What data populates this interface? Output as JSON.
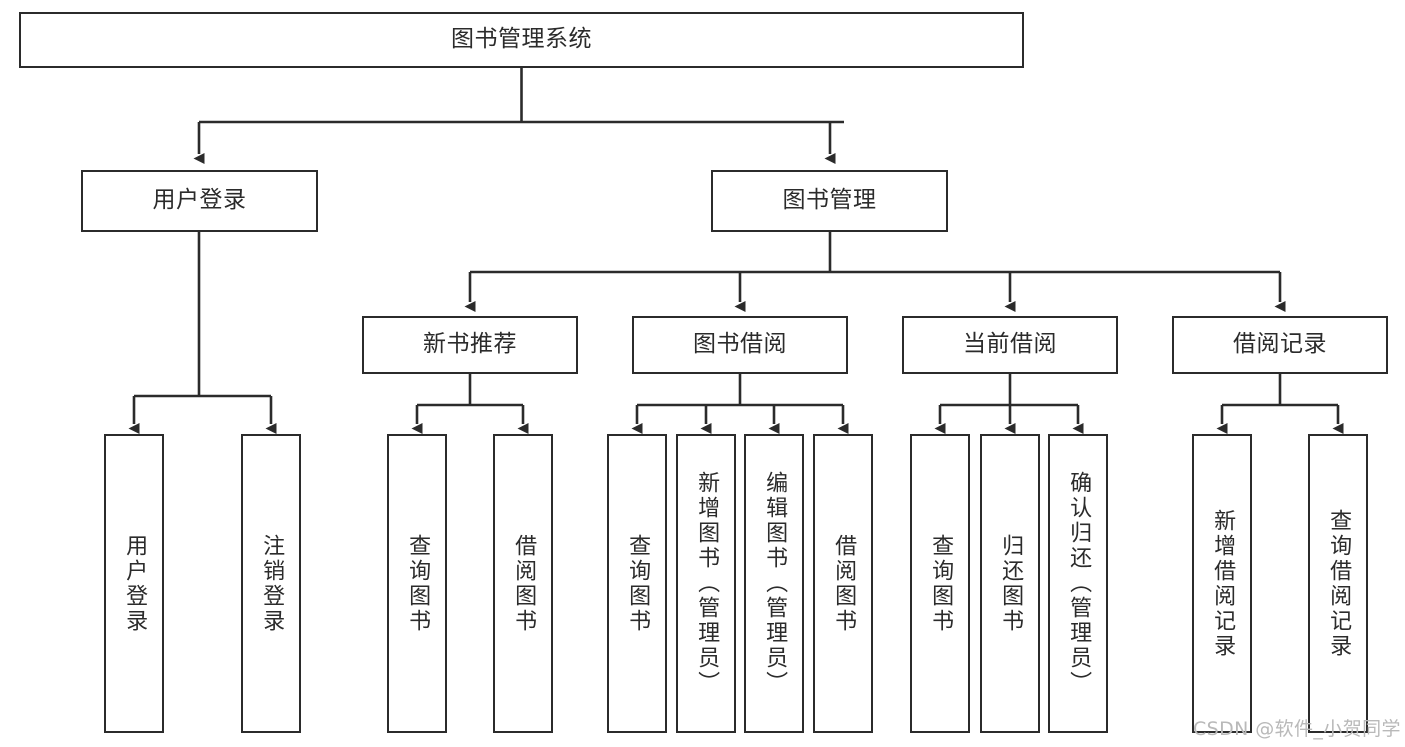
{
  "diagram": {
    "title": "图书管理系统",
    "type": "tree-hierarchy-chart",
    "stroke_color": "#2b2b2b",
    "fill_color": "#ffffff",
    "nodes": {
      "root": {
        "label": "图书管理系统"
      },
      "level2": [
        {
          "label": "用户登录"
        },
        {
          "label": "图书管理"
        }
      ],
      "level3": [
        {
          "label": "新书推荐"
        },
        {
          "label": "图书借阅"
        },
        {
          "label": "当前借阅"
        },
        {
          "label": "借阅记录"
        }
      ],
      "leaves": {
        "user_login": [
          {
            "label": "用户登录"
          },
          {
            "label": "注销登录"
          }
        ],
        "new_book_recommend": [
          {
            "label": "查询图书"
          },
          {
            "label": "借阅图书"
          }
        ],
        "book_borrow": [
          {
            "label": "查询图书"
          },
          {
            "label": "新增图书（管理员）"
          },
          {
            "label": "编辑图书（管理员）"
          },
          {
            "label": "借阅图书"
          }
        ],
        "current_borrow": [
          {
            "label": "查询图书"
          },
          {
            "label": "归还图书"
          },
          {
            "label": "确认归还（管理员）"
          }
        ],
        "borrow_record": [
          {
            "label": "新增借阅记录"
          },
          {
            "label": "查询借阅记录"
          }
        ]
      }
    }
  },
  "watermark": {
    "text": "CSDN @软件_小贺同学",
    "color": "#b9b9b9"
  }
}
